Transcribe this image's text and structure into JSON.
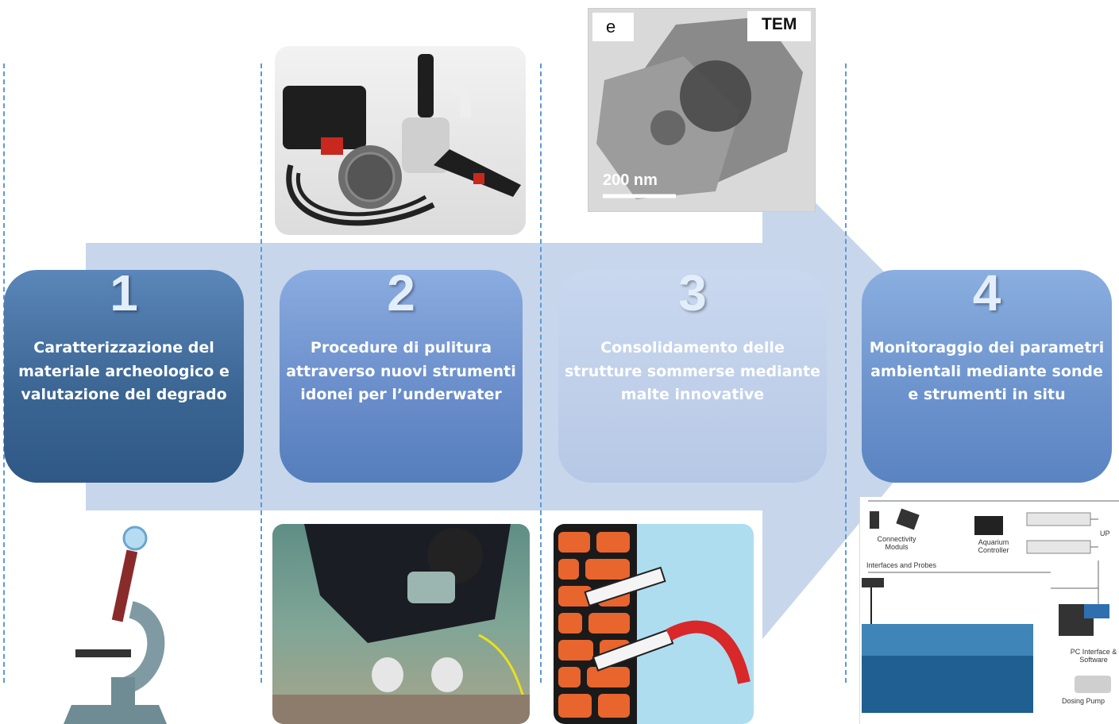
{
  "steps": [
    {
      "number": "1",
      "text": "Caratterizzazione del materiale archeologico e valutazione del degrado"
    },
    {
      "number": "2",
      "text": "Procedure di pulitura attraverso nuovi strumenti idonei per l’underwater"
    },
    {
      "number": "3",
      "text": "Consolidamento delle strutture sommerse mediante malte innovative"
    },
    {
      "number": "4",
      "text": "Monitoraggio dei parametri ambientali mediante sonde e strumenti in situ"
    }
  ],
  "tem_image": {
    "panel_letter": "e",
    "method": "TEM",
    "scale_label": "200 nm"
  },
  "monitoring_diagram": {
    "connectivity": "Connectivity Moduls",
    "controller": "Aquarium Controller",
    "up": "UP",
    "interfaces": "Interfaces and Probes",
    "pc": "PC Interface & Software",
    "pump": "Dosing Pump"
  },
  "colors": {
    "arrow": "#c4d4ea",
    "dashed_line": "#5b9bd5",
    "step1": "#3a6491",
    "step2": "#6b8fcb",
    "step3": "#bfcfe9",
    "step4": "#6b92cc"
  }
}
